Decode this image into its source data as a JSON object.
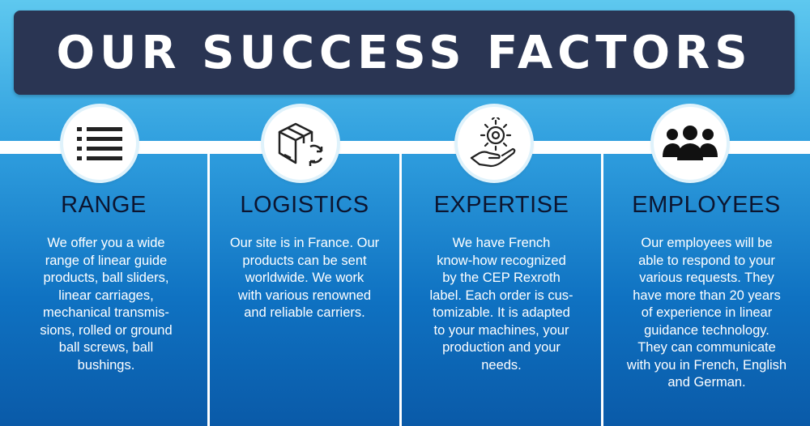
{
  "title": "OUR SUCCESS FACTORS",
  "factors": [
    {
      "icon": "list-icon",
      "heading": "RANGE",
      "lines": [
        "We offer you a wide",
        "range of linear guide",
        "products, ball sliders,",
        "linear carriages,",
        "mechanical transmis-",
        "sions, rolled or ground",
        "ball screws, ball",
        "bushings."
      ]
    },
    {
      "icon": "box-logistics-icon",
      "heading": "LOGISTICS",
      "lines": [
        "Our site is in France. Our",
        "products can be sent",
        "worldwide. We work",
        "with various renowned",
        "and reliable carriers."
      ]
    },
    {
      "icon": "gear-hand-icon",
      "heading": "EXPERTISE",
      "lines": [
        "We have French",
        "know-how recognized",
        "by the CEP Rexroth",
        "label. Each order is cus-",
        "tomizable. It is adapted",
        "to your machines, your",
        "production and your",
        "needs."
      ]
    },
    {
      "icon": "people-icon",
      "heading": "EMPLOYEES",
      "lines": [
        "Our employees will be",
        "able to respond to your",
        "various requests. They",
        "have more than 20 years",
        "of experience in linear",
        "guidance technology.",
        "They can communicate",
        "with you in French, English",
        "and German."
      ]
    }
  ]
}
